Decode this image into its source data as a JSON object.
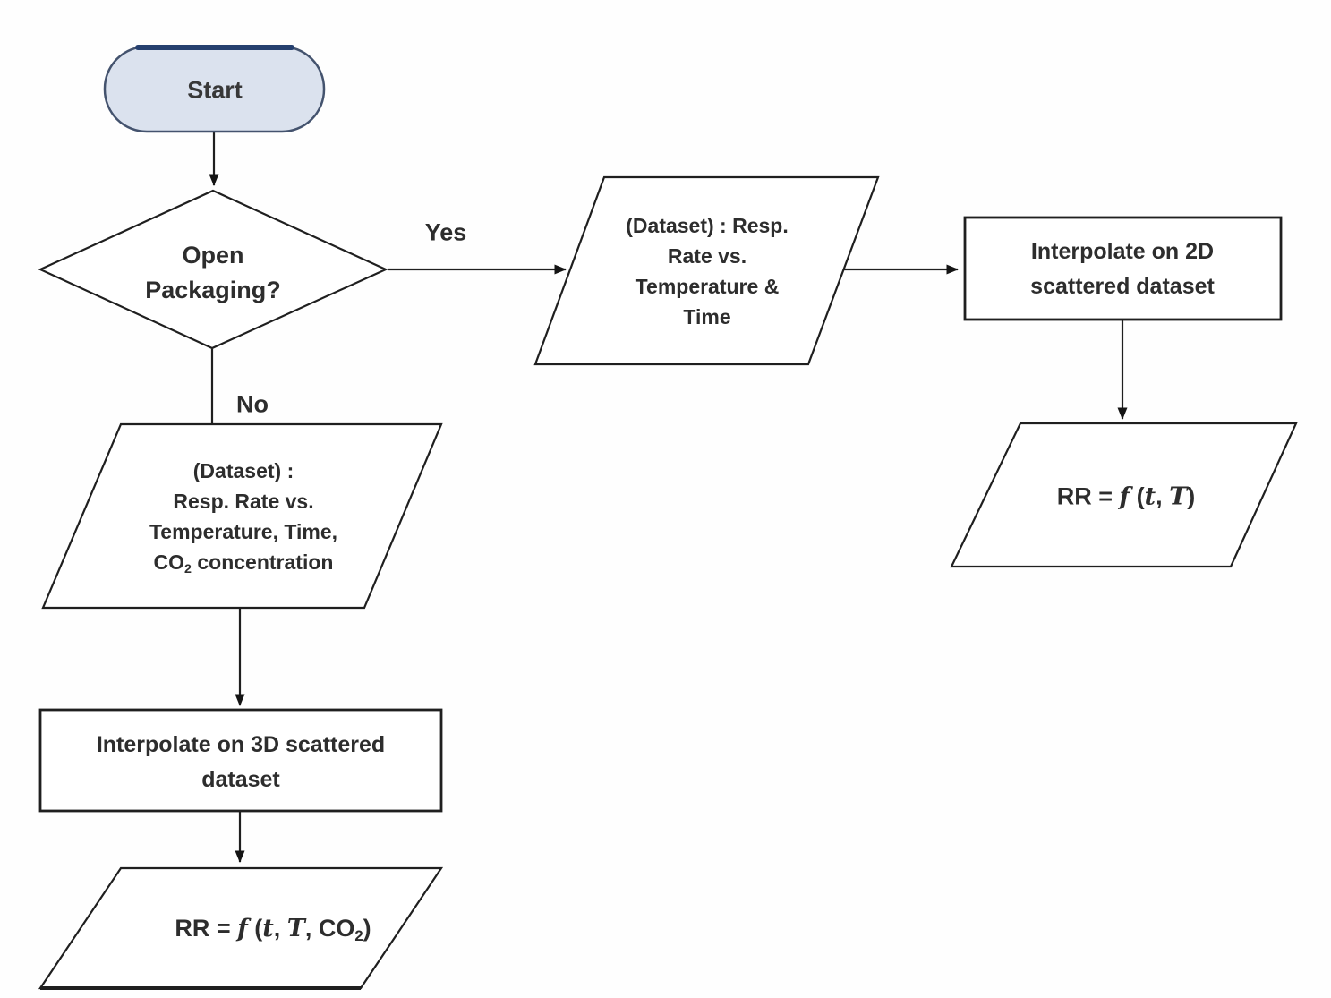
{
  "labels": {
    "yes": "Yes",
    "no": "No"
  },
  "nodes": {
    "start": {
      "label": "Start"
    },
    "decision": {
      "line1": "Open",
      "line2": "Packaging?"
    },
    "dataset_2d": {
      "line1": "(Dataset) : Resp.",
      "line2": "Rate vs.",
      "line3": "Temperature &",
      "line4": "Time"
    },
    "interpolate_2d": {
      "line1": "Interpolate on 2D",
      "line2": "scattered dataset"
    },
    "rr_2d": {
      "prefix": "RR = ",
      "f": "f",
      "open_paren": " (",
      "t": "t",
      "comma": ", ",
      "T": "T",
      "close_paren": ")"
    },
    "dataset_3d": {
      "line1": "(Dataset) :",
      "line2": "Resp. Rate vs.",
      "line3": "Temperature, Time,",
      "line4_co": "CO",
      "line4_sub": "2",
      "line4_rest": " concentration"
    },
    "interpolate_3d": {
      "line1": "Interpolate on 3D scattered",
      "line2": "dataset"
    },
    "rr_3d": {
      "prefix": "RR = ",
      "f": "f",
      "open_paren": " (",
      "t": "t",
      "comma1": ", ",
      "T": "T",
      "comma2": ", CO",
      "sub": "2",
      "close_paren": ")"
    }
  },
  "colors": {
    "line": "#1f1f1f",
    "text": "#2d2d2d",
    "start_fill": "#dbe2ee",
    "start_border": "#44536e",
    "start_accent": "#26406f",
    "shape_fill": "#ffffff"
  }
}
